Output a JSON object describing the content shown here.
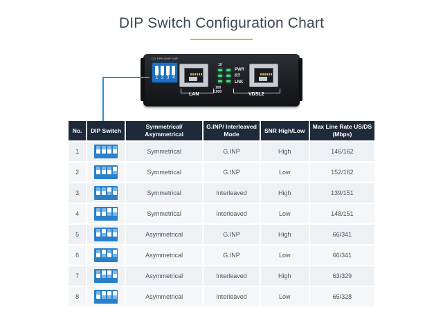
{
  "title": "DIP Switch Configuration Chart",
  "colors": {
    "header_bg": "#1e2a3a",
    "accent": "#f2b01e",
    "pointer": "#2b8fd0",
    "dip_blue": "#2a80c9"
  },
  "device": {
    "dip_header": "CO EPM DMP SNR",
    "dip_numbers": [
      "1",
      "2",
      "3",
      "4"
    ],
    "lan_label": "LAN",
    "vdsl_label": "VDSL2",
    "speed_labels": [
      "10",
      "100",
      "1000"
    ],
    "led_labels": [
      "PWR",
      "RT",
      "LNK"
    ]
  },
  "table": {
    "headers": {
      "no": "No.",
      "dip": "DIP Switch",
      "sym": "Symmetrical/ Asymmetrical",
      "mode": "G.INP/ Interleaved Mode",
      "snr": "SNR High/Low",
      "rate": "Max Line Rate US/DS (Mbps)"
    },
    "rows": [
      {
        "no": "1",
        "dip": [
          "up",
          "up",
          "up",
          "up"
        ],
        "sym": "Symmetrical",
        "mode": "G.INP",
        "snr": "High",
        "rate": "146/162"
      },
      {
        "no": "2",
        "dip": [
          "up",
          "up",
          "up",
          "down"
        ],
        "sym": "Symmetrical",
        "mode": "G.INP",
        "snr": "Low",
        "rate": "152/162"
      },
      {
        "no": "3",
        "dip": [
          "up",
          "up",
          "down",
          "up"
        ],
        "sym": "Symmetrical",
        "mode": "Interleaved",
        "snr": "High",
        "rate": "139/151"
      },
      {
        "no": "4",
        "dip": [
          "up",
          "up",
          "down",
          "down"
        ],
        "sym": "Symmetrical",
        "mode": "Interleaved",
        "snr": "Low",
        "rate": "148/151"
      },
      {
        "no": "5",
        "dip": [
          "up",
          "down",
          "up",
          "up"
        ],
        "sym": "Asymmetrical",
        "mode": "G.INP",
        "snr": "High",
        "rate": "66/341"
      },
      {
        "no": "6",
        "dip": [
          "up",
          "down",
          "up",
          "down"
        ],
        "sym": "Asymmetrical",
        "mode": "G.INP",
        "snr": "Low",
        "rate": "66/341"
      },
      {
        "no": "7",
        "dip": [
          "up",
          "down",
          "down",
          "up"
        ],
        "sym": "Asymmetrical",
        "mode": "Interleaved",
        "snr": "High",
        "rate": "63/329"
      },
      {
        "no": "8",
        "dip": [
          "up",
          "down",
          "down",
          "down"
        ],
        "sym": "Asymmetrical",
        "mode": "Interleaved",
        "snr": "Low",
        "rate": "65/328"
      }
    ]
  }
}
